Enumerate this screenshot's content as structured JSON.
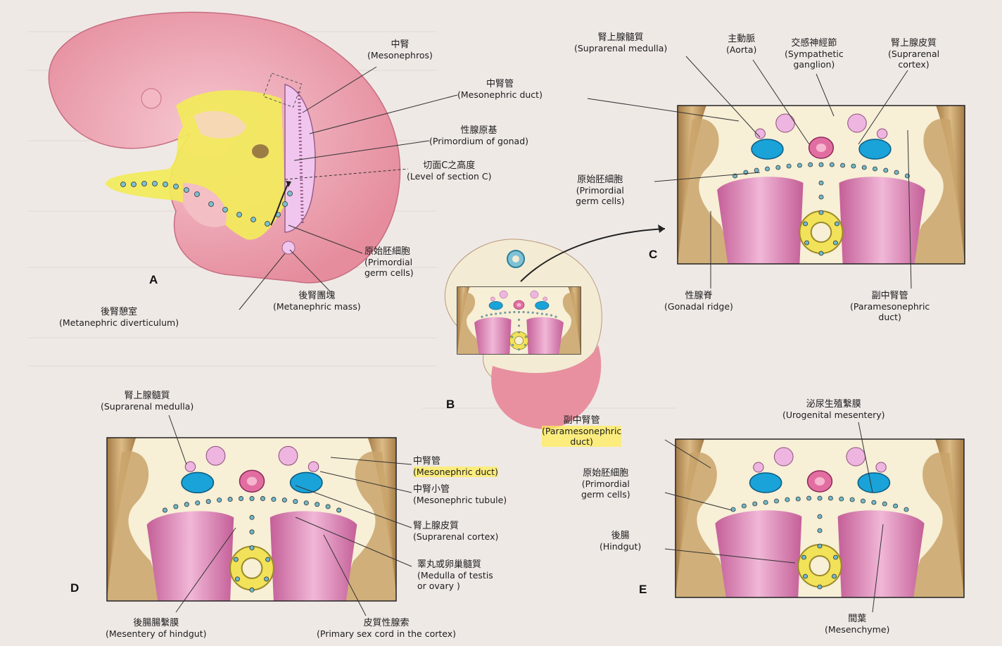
{
  "panels": {
    "A": "A",
    "B": "B",
    "C": "C",
    "D": "D",
    "E": "E"
  },
  "labels": {
    "mesonephros": {
      "zh": "中腎",
      "en": "(Mesonephros)"
    },
    "mesonephric_duct_a": {
      "zh": "中腎管",
      "en": "(Mesonephric duct)"
    },
    "gonad_primordium": {
      "zh": "性腺原基",
      "en": "(Primordium of gonad)"
    },
    "section_c_level": {
      "zh": "切面C之高度",
      "en": "(Level of section C)"
    },
    "pgc_a": {
      "zh": "原始胚細胞",
      "en1": "(Primordial",
      "en2": "germ cells)"
    },
    "metanephric_mass": {
      "zh": "後腎團塊",
      "en": "(Metanephric mass)"
    },
    "metanephric_diverticulum": {
      "zh": "後腎憩室",
      "en": "(Metanephric diverticulum)"
    },
    "suprarenal_medulla_c": {
      "zh": "腎上腺髓質",
      "en": "(Suprarenal medulla)"
    },
    "aorta": {
      "zh": "主動脈",
      "en": "(Aorta)"
    },
    "sympathetic_ganglion": {
      "zh": "交感神經節",
      "en1": "(Sympathetic",
      "en2": "ganglion)"
    },
    "suprarenal_cortex_c": {
      "zh": "腎上腺皮質",
      "en1": "(Suprarenal",
      "en2": "cortex)"
    },
    "pgc_c": {
      "zh": "原始胚細胞",
      "en1": "(Primordial",
      "en2": "germ cells)"
    },
    "gonadal_ridge": {
      "zh": "性腺脊",
      "en": "(Gonadal ridge)"
    },
    "paramesonephric_c": {
      "zh": "副中腎管",
      "en1": "(Paramesonephric",
      "en2": "duct)"
    },
    "suprarenal_medulla_d": {
      "zh": "腎上腺髓質",
      "en": "(Suprarenal medulla)"
    },
    "mesonephric_duct_d": {
      "zh": "中腎管",
      "en": "(Mesonephric duct)"
    },
    "mesonephric_tubule": {
      "zh": "中腎小管",
      "en": "(Mesonephric tubule)"
    },
    "suprarenal_cortex_d": {
      "zh": "腎上腺皮質",
      "en": "(Suprarenal cortex)"
    },
    "medulla_testis": {
      "zh": "睪丸或卵巢髓質",
      "en1": "(Medulla of testis",
      "en2": "or ovary )"
    },
    "mesentery_hindgut": {
      "zh": "後腸腸繫膜",
      "en": "(Mesentery of hindgut)"
    },
    "primary_sex_cord": {
      "zh": "皮質性腺索",
      "en": "(Primary sex cord in the cortex)"
    },
    "urogenital_mesentery": {
      "zh": "泌尿生殖繫膜",
      "en": "(Urogenital mesentery)"
    },
    "paramesonephric_e": {
      "zh": "副中腎管",
      "en1": "(Paramesonephric",
      "en2": "duct)"
    },
    "pgc_e": {
      "zh": "原始胚細胞",
      "en1": "(Primordial",
      "en2": "germ cells)"
    },
    "hindgut": {
      "zh": "後腸",
      "en": "(Hindgut)"
    },
    "mesenchyme": {
      "zh": "間葉",
      "en": "(Mesenchyme)"
    }
  },
  "colors": {
    "embryo_pink": "#e8909f",
    "embryo_light": "#f4c2cc",
    "yellow": "#f2ea5a",
    "blue": "#1aa3d8",
    "gland_pink": "#e9a9d8",
    "tissue_tan": "#c9a36a",
    "tissue_cream": "#f6eed6",
    "aorta_red": "#d84a86"
  }
}
